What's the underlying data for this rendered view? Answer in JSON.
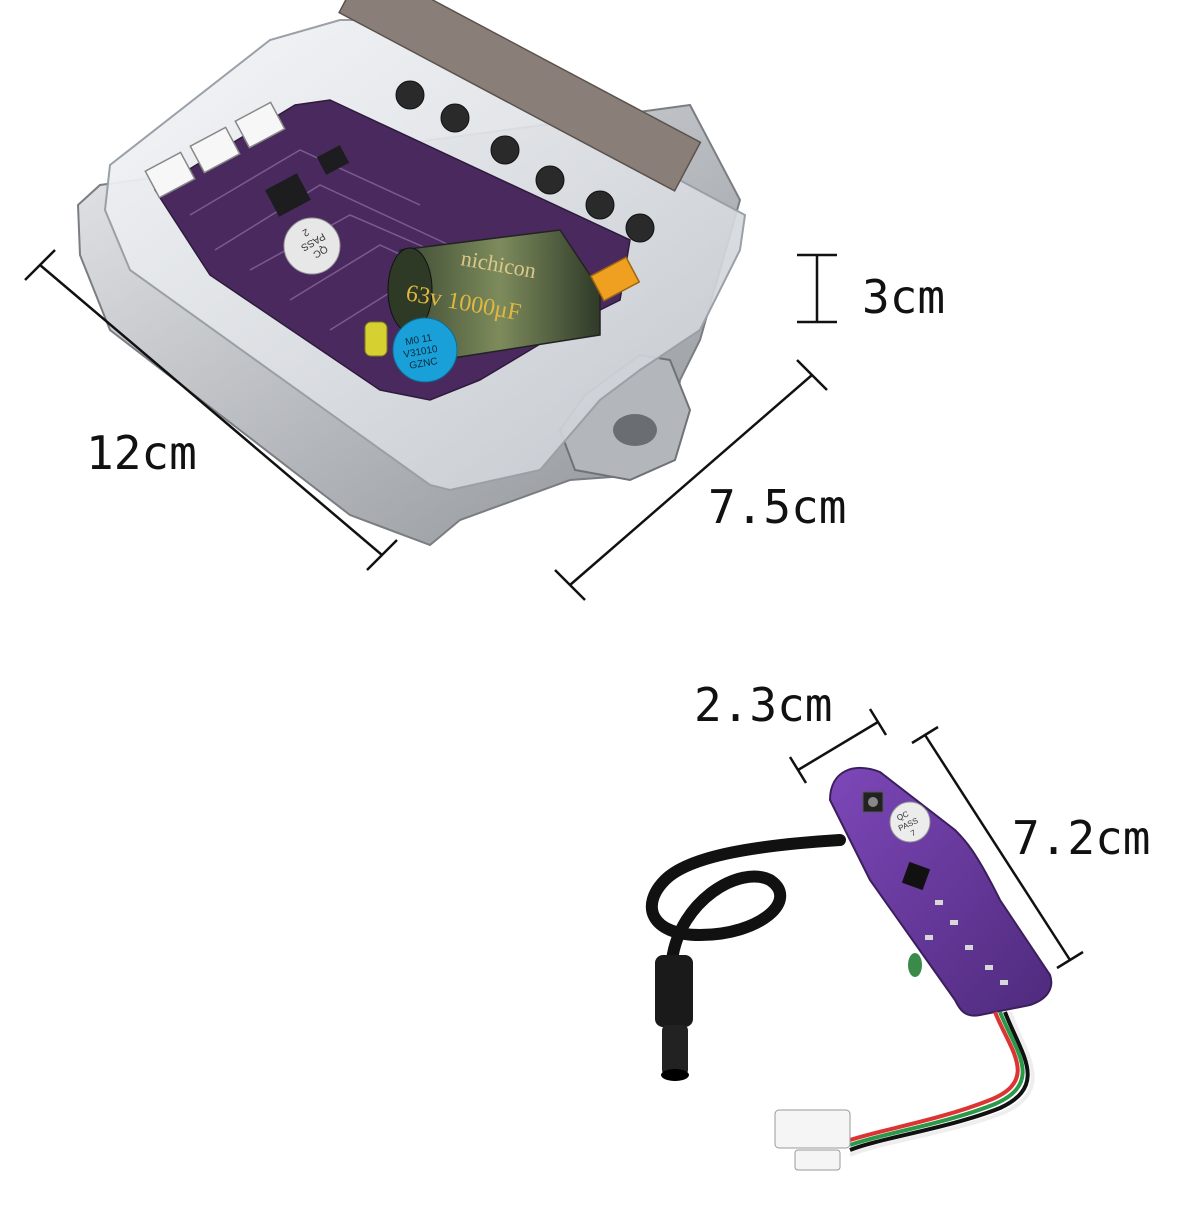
{
  "dimensions": {
    "controller_length": "12cm",
    "controller_width": "7.5cm",
    "controller_height": "3cm",
    "dashboard_width": "2.3cm",
    "dashboard_length": "7.2cm"
  },
  "labels": {
    "qc_pass_controller": [
      "QC",
      "PASS",
      "2"
    ],
    "cap_sticker": [
      "M0 11",
      "V31010",
      "GZNC"
    ],
    "capacitor_brand": "nichicon",
    "capacitor_value": "63v 1000μF",
    "qc_pass_dashboard": [
      "QC",
      "PASS",
      "7"
    ]
  },
  "colors": {
    "pcb_purple": "#4a2a5e",
    "dash_purple": "#6b3aa0",
    "clear_shell": "#dfe3e8",
    "aluminum": "#c9ccd0",
    "capacitor": "#5d6b4a",
    "xt60": "#f0a020",
    "cable": "#111111",
    "sticker_blue": "#1aa0d8"
  }
}
